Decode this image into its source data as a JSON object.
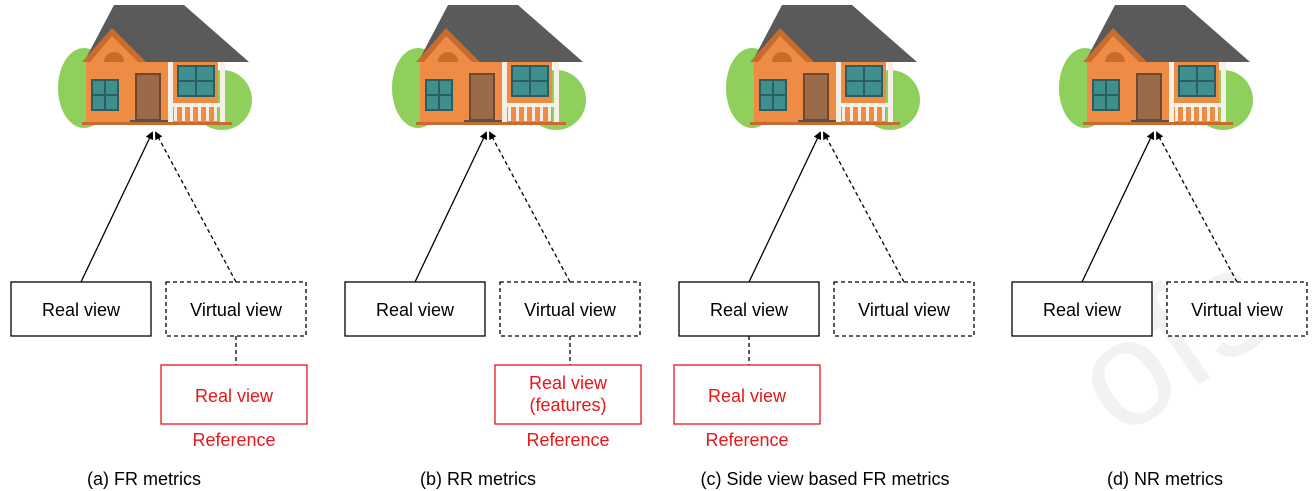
{
  "colors": {
    "reference": "#e8161b",
    "text": "#000000",
    "roof": "#5a5a5a",
    "wall": "#ee8b45",
    "trim": "#c96b2c",
    "window": "#3f8f8e",
    "bush": "#8fcf5c",
    "door": "#9b6a48",
    "watermark": "#f2f2f2"
  },
  "watermark": {
    "text": "ofs"
  },
  "panels": [
    {
      "caption": "(a) FR metrics",
      "real_view": "Real view",
      "virtual_view": "Virtual view",
      "reference_box": [
        "Real view"
      ],
      "reference_label": "Reference",
      "reference_from": "virtual"
    },
    {
      "caption": "(b) RR metrics",
      "real_view": "Real view",
      "virtual_view": "Virtual view",
      "reference_box": [
        "Real view",
        "(features)"
      ],
      "reference_label": "Reference",
      "reference_from": "virtual"
    },
    {
      "caption": "(c) Side view based FR metrics",
      "real_view": "Real view",
      "virtual_view": "Virtual view",
      "reference_box": [
        "Real view"
      ],
      "reference_label": "Reference",
      "reference_from": "real"
    },
    {
      "caption": "(d) NR metrics",
      "real_view": "Real view",
      "virtual_view": "Virtual view",
      "reference_box": [],
      "reference_label": "",
      "reference_from": "none"
    }
  ]
}
